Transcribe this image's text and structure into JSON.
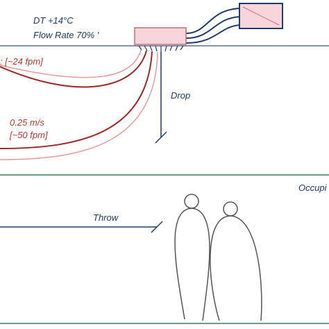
{
  "supply": {
    "dt_label": "DT +14°C",
    "flow_rate_label": "Flow Rate 70% '"
  },
  "jets": {
    "outer_label": ": [~24 fpm]",
    "inner_speed_label": "0.25 m/s",
    "inner_fpm_label": "[~50 fpm]"
  },
  "drop": {
    "label": "Drop"
  },
  "throw": {
    "label": "Throw"
  },
  "zone": {
    "label": "Occupi"
  },
  "colors": {
    "navy": "#1f3a6b",
    "red": "#c0392b",
    "pink": "#e79a9a",
    "dark_red": "#a32424",
    "green": "#3f7d5a",
    "unit_fill": "#f8d5da",
    "unit_stroke": "#c86b7a"
  }
}
